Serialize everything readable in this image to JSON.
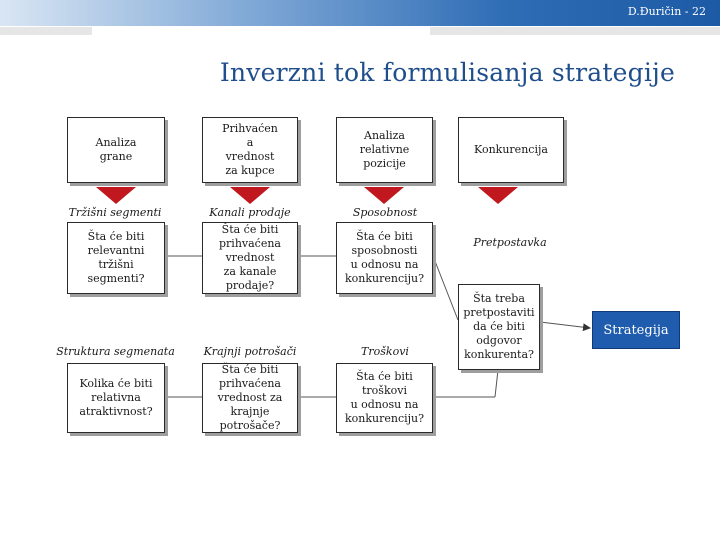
{
  "header": {
    "page_label": "D.Đuričin - 22"
  },
  "title": "Inverzni tok formulisanja strategije",
  "top_boxes": [
    {
      "text": "Analiza\ngrane"
    },
    {
      "text": "Prihvaćen\na\nvrednost\nza kupce"
    },
    {
      "text": "Analiza\nrelativne\npozicije"
    },
    {
      "text": "Konkurencija"
    }
  ],
  "row1_labels": [
    "Tržišni segmenti",
    "Kanali prodaje",
    "Sposobnost",
    "Pretpostavka"
  ],
  "row1_boxes": [
    {
      "text": "Šta će biti\nrelevantni tržišni\nsegmenti?"
    },
    {
      "text": "Šta će biti\nprihvaćena\nvrednost\nza kanale prodaje?"
    },
    {
      "text": "Šta će biti\nsposobnosti\nu odnosu na\nkonkurenciju?"
    }
  ],
  "right_box": {
    "text": "Šta treba\npretpostaviti\nda će biti\nodgovor\nkonkurenta?"
  },
  "row2_labels": [
    "Struktura segmenata",
    "Krajnji potrošači",
    "Troškovi"
  ],
  "row2_boxes": [
    {
      "text": "Kolika će biti\nrelativna\natraktivnost?"
    },
    {
      "text": "Šta će biti\nprihvaćena\nvrednost za\nkrajnje potrošače?"
    },
    {
      "text": "Šta će biti\ntroškovi\nu odnosu na\nkonkurenciju?"
    }
  ],
  "strategy_label": "Strategija",
  "colors": {
    "arrow_red": "#c0181e",
    "accent_blue": "#1f5cad",
    "title_blue": "#1f4e8c"
  }
}
